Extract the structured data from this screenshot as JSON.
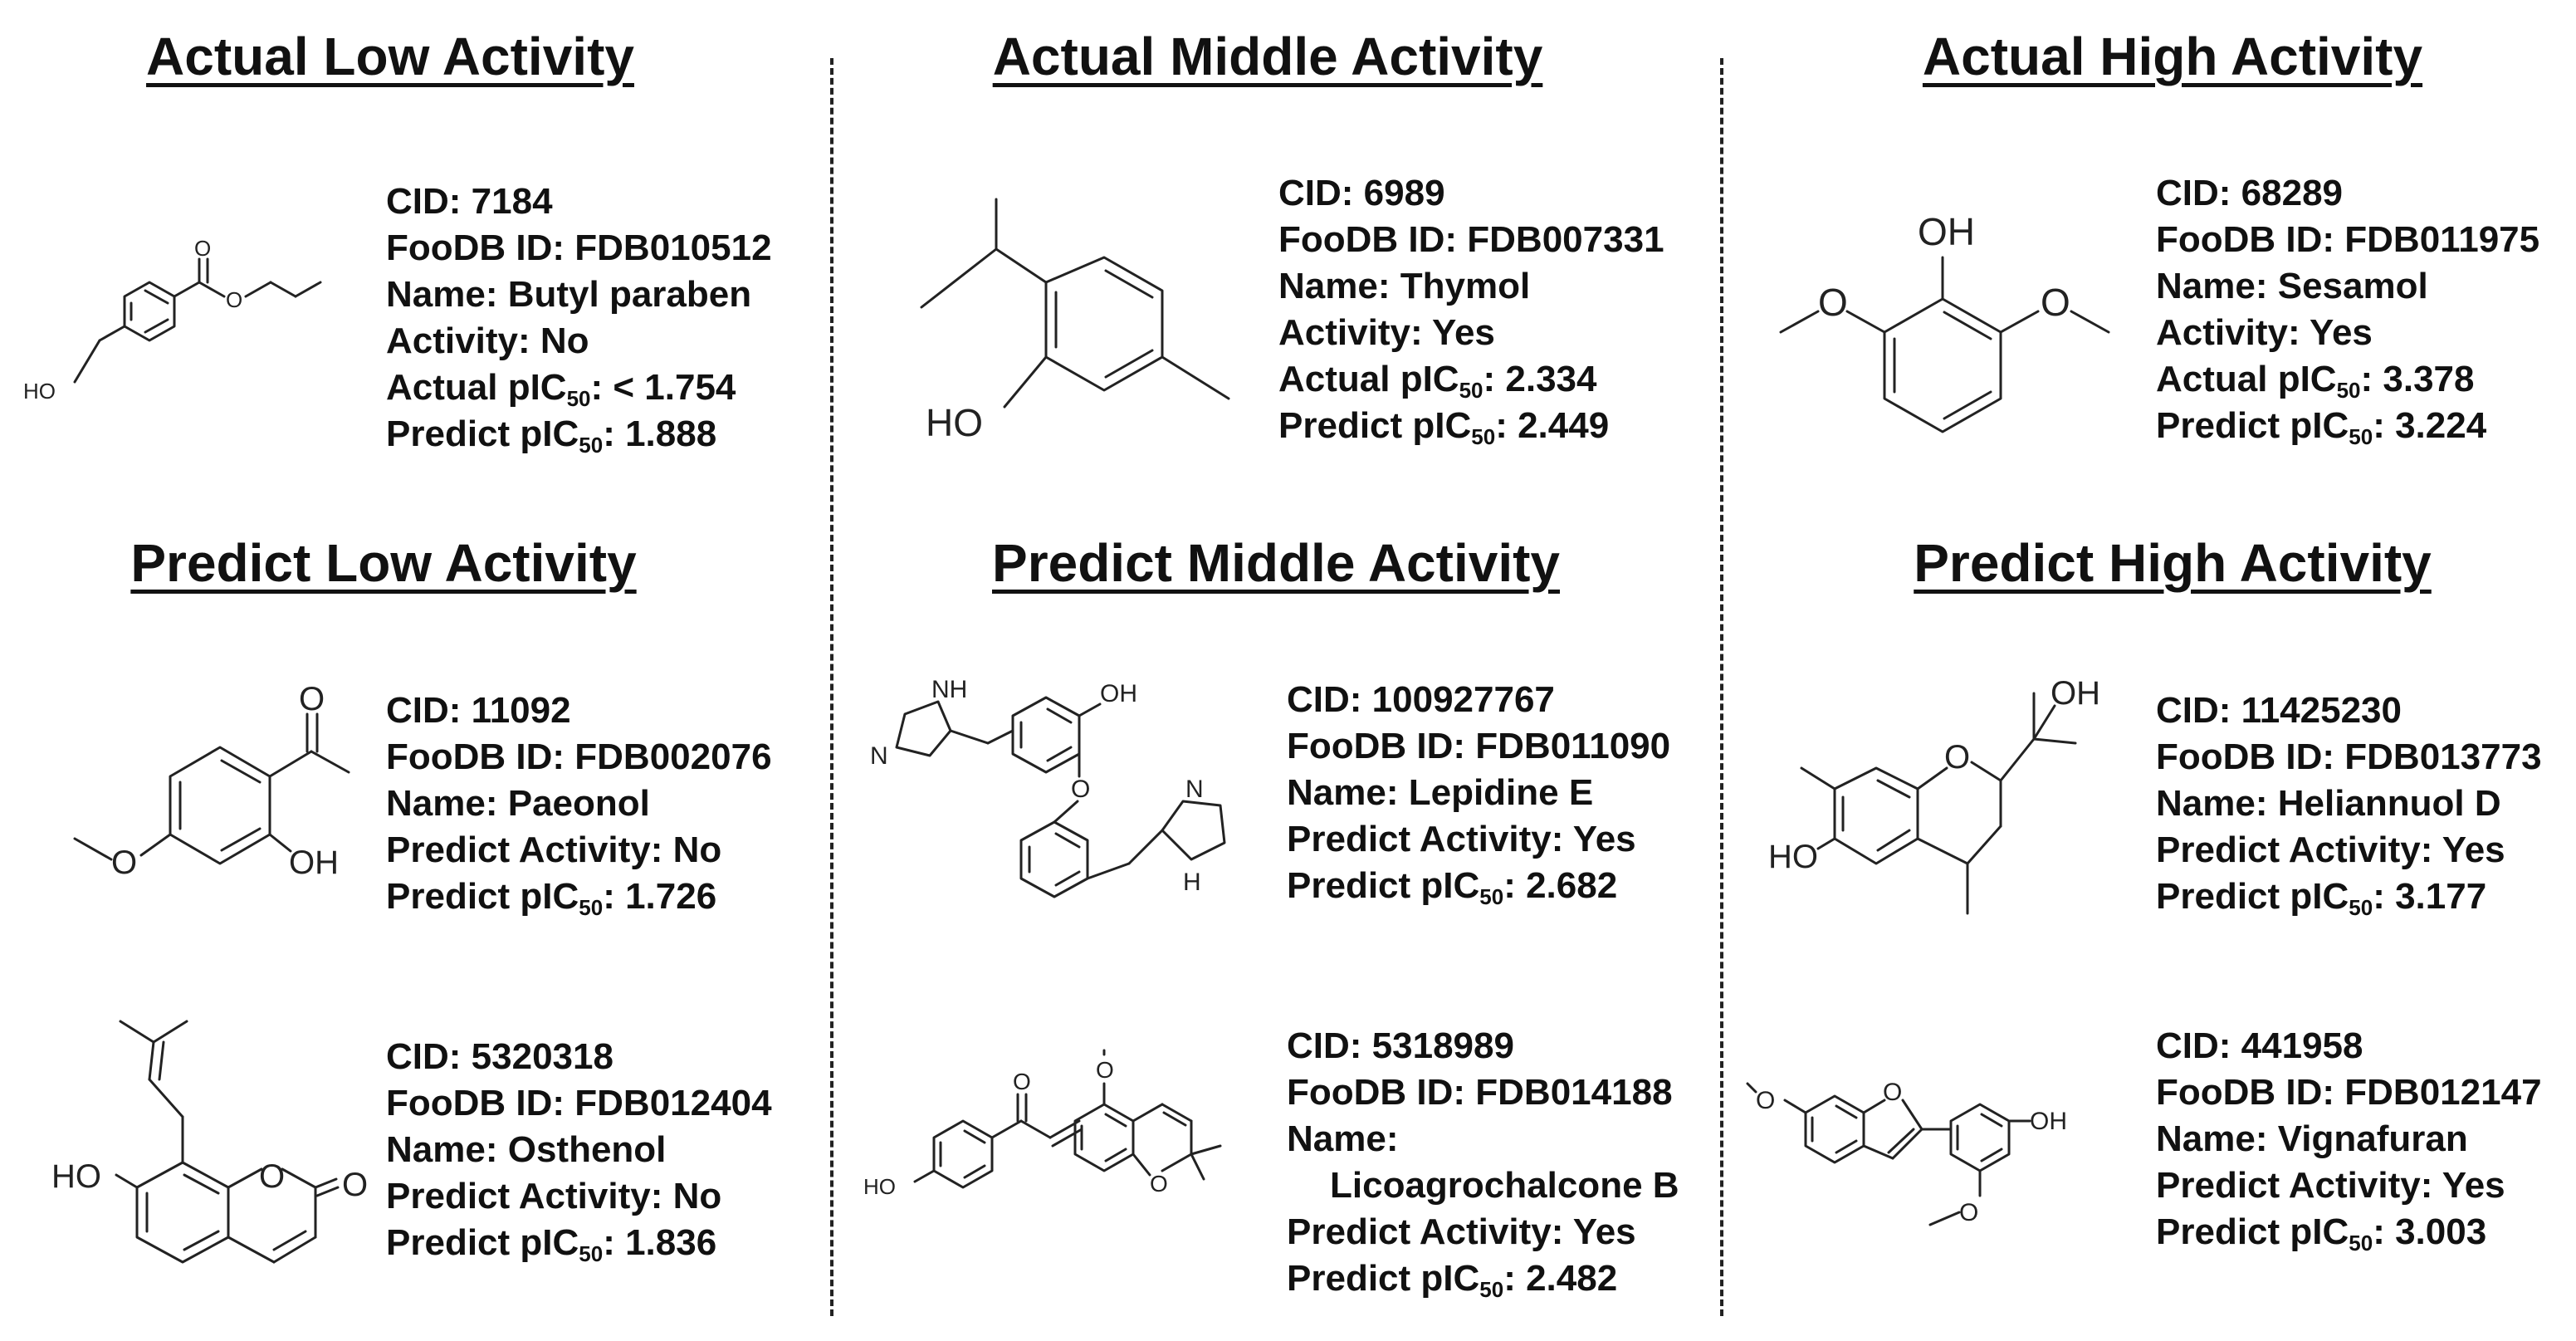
{
  "headings": {
    "actual_low": "Actual Low Activity",
    "actual_middle": "Actual Middle Activity",
    "actual_high": "Actual High Activity",
    "predict_low": "Predict Low Activity",
    "predict_middle": "Predict Middle Activity",
    "predict_high": "Predict High Activity"
  },
  "label_text": {
    "ho": "HO",
    "oh": "OH",
    "o": "O",
    "nh": "NH",
    "n": "N",
    "h": "H"
  },
  "compounds": {
    "butyl_paraben": {
      "cid": "CID: 7184",
      "foodb": "FooDB ID: FDB010512",
      "name": "Name: Butyl paraben",
      "activity": "Activity: No",
      "actual_prefix": "Actual pIC",
      "actual_value": ": < 1.754",
      "predict_prefix": "Predict pIC",
      "predict_value": ": 1.888",
      "sub": "50"
    },
    "thymol": {
      "cid": "CID: 6989",
      "foodb": "FooDB ID: FDB007331",
      "name": "Name: Thymol",
      "activity": "Activity: Yes",
      "actual_prefix": "Actual pIC",
      "actual_value": ": 2.334",
      "predict_prefix": "Predict pIC",
      "predict_value": ": 2.449",
      "sub": "50"
    },
    "sesamol": {
      "cid": "CID: 68289",
      "foodb": "FooDB ID: FDB011975",
      "name": "Name: Sesamol",
      "activity": "Activity: Yes",
      "actual_prefix": "Actual pIC",
      "actual_value": ": 3.378",
      "predict_prefix": "Predict pIC",
      "predict_value": ": 3.224",
      "sub": "50"
    },
    "paeonol": {
      "cid": "CID: 11092",
      "foodb": "FooDB ID: FDB002076",
      "name": "Name: Paeonol",
      "activity": "Predict Activity: No",
      "predict_prefix": "Predict pIC",
      "predict_value": ": 1.726",
      "sub": "50"
    },
    "osthenol": {
      "cid": "CID: 5320318",
      "foodb": "FooDB ID: FDB012404",
      "name": "Name: Osthenol",
      "activity": "Predict Activity: No",
      "predict_prefix": "Predict pIC",
      "predict_value": ": 1.836",
      "sub": "50"
    },
    "lepidine_e": {
      "cid": "CID: 100927767",
      "foodb": "FooDB ID: FDB011090",
      "name": "Name: Lepidine E",
      "activity": "Predict Activity: Yes",
      "predict_prefix": "Predict pIC",
      "predict_value": ": 2.682",
      "sub": "50"
    },
    "licoagrochalcone_b": {
      "cid": "CID: 5318989",
      "foodb": "FooDB ID: FDB014188",
      "name": "Name:",
      "name2": "Licoagrochalcone B",
      "activity": "Predict Activity: Yes",
      "predict_prefix": "Predict pIC",
      "predict_value": ": 2.482",
      "sub": "50"
    },
    "heliannuol_d": {
      "cid": "CID: 11425230",
      "foodb": "FooDB ID: FDB013773",
      "name": "Name: Heliannuol D",
      "activity": "Predict Activity: Yes",
      "predict_prefix": "Predict pIC",
      "predict_value": ": 3.177",
      "sub": "50"
    },
    "vignafuran": {
      "cid": "CID: 441958",
      "foodb": "FooDB ID: FDB012147",
      "name": "Name: Vignafuran",
      "activity": "Predict Activity: Yes",
      "predict_prefix": "Predict pIC",
      "predict_value": ": 3.003",
      "sub": "50"
    }
  }
}
